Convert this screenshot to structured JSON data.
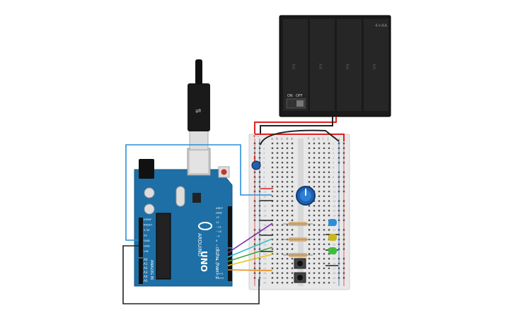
{
  "battery": {
    "label": "4×AA",
    "switch_on": "ON",
    "switch_off": "OFF",
    "cell_label": "AA"
  },
  "arduino": {
    "logo_text": "ARDUINO",
    "model": "UNO",
    "digital_label": "DIGITAL (PWM ~)",
    "analog_label": "ANALOG IN",
    "power_pins": [
      "IOREF",
      "RESET",
      "3.3V",
      "5V",
      "GND",
      "GND",
      "VIN"
    ],
    "analog_pins": [
      "A0",
      "A1",
      "A2",
      "A3",
      "A4",
      "A5"
    ],
    "digital_pins": [
      "AREF",
      "GND",
      "13",
      "12",
      "~11",
      "~10",
      "~9",
      "8",
      "7",
      "~6",
      "~5",
      "4",
      "~3",
      "2",
      "TX→1",
      "RX←0"
    ]
  },
  "breadboard": {
    "columns_left": [
      "a",
      "b",
      "c",
      "d",
      "e"
    ],
    "columns_right": [
      "f",
      "g",
      "h",
      "i",
      "j"
    ],
    "rows": [
      "1",
      "2",
      "3",
      "4",
      "5",
      "6",
      "7",
      "8",
      "9",
      "10",
      "11",
      "12",
      "13",
      "14",
      "15",
      "16",
      "17",
      "18",
      "19",
      "20",
      "21",
      "22",
      "23",
      "24",
      "25",
      "26",
      "27",
      "28",
      "29",
      "30"
    ],
    "rail_plus": "+",
    "rail_minus": "-"
  },
  "colors": {
    "board_blue": "#1e6fa5",
    "wire_red": "#e02020",
    "wire_black": "#222222",
    "wire_blue": "#2a8fd8",
    "wire_purple": "#7b2fa6",
    "wire_cyan": "#33bbcc",
    "wire_green": "#3aa63a",
    "wire_yellow": "#e8c51a",
    "wire_orange": "#e88a1a",
    "led_blue": "#2a8fd8",
    "led_yellow": "#c8b820",
    "led_green": "#3cc03c",
    "pot_blue": "#1f5fb0"
  }
}
